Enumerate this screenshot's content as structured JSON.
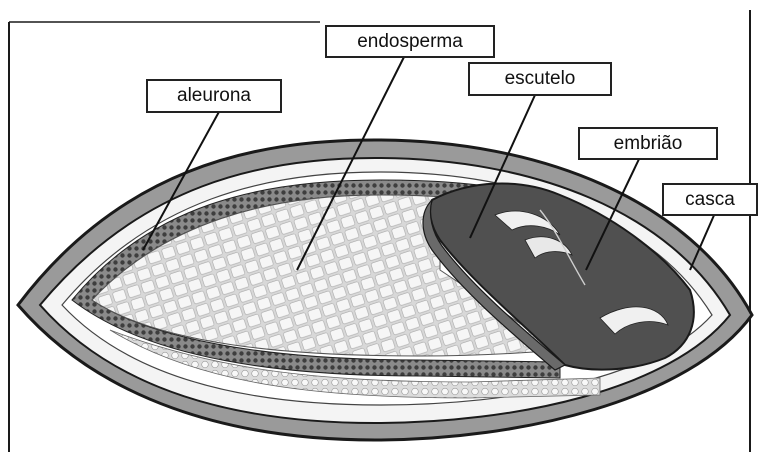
{
  "labels": {
    "aleurona": "aleurona",
    "endosperma": "endosperma",
    "escutelo": "escutelo",
    "embriao": "embrião",
    "casca": "casca"
  },
  "colors": {
    "hull": "#9a9a9a",
    "outline": "#1a1a1a",
    "endosperm_fill": "#e6e6e6",
    "endosperm_cells": "#ffffff",
    "aleurone": "#555555",
    "embryo": "#505050",
    "scutellum": "#666666",
    "background": "#ffffff"
  }
}
